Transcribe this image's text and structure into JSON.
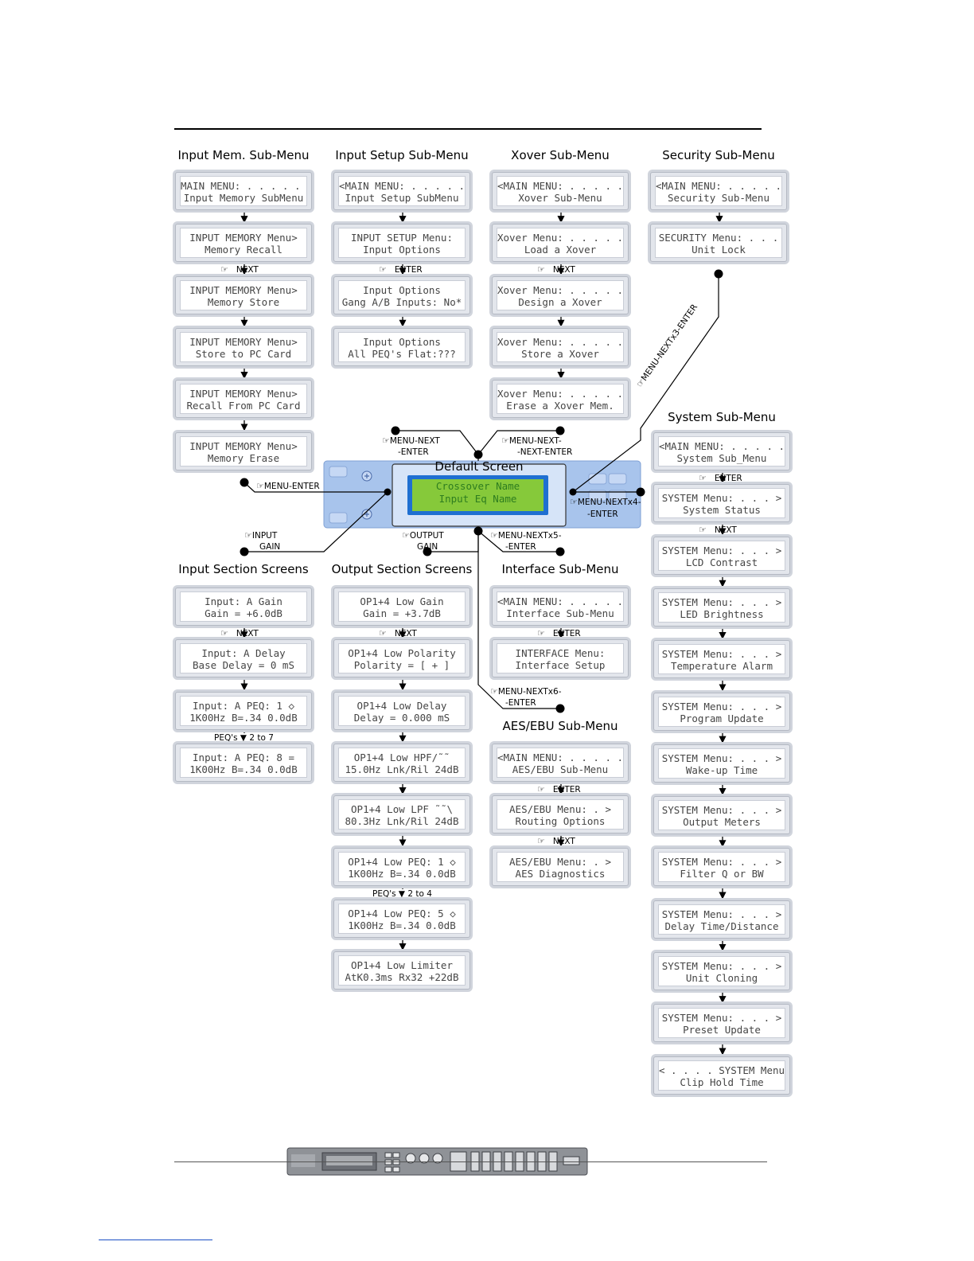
{
  "columns": {
    "input_mem": {
      "title": "Input Mem. Sub-Menu",
      "screens": [
        {
          "l1": "MAIN MENU: . . . . . >",
          "l2": "Input Memory SubMenu"
        },
        {
          "l1": "INPUT MEMORY Menu>",
          "l2": "Memory Recall"
        },
        {
          "l1": "INPUT MEMORY Menu>",
          "l2": "Memory Store"
        },
        {
          "l1": "INPUT MEMORY Menu>",
          "l2": "Store to PC Card"
        },
        {
          "l1": "INPUT MEMORY Menu>",
          "l2": "Recall From PC Card"
        },
        {
          "l1": "INPUT MEMORY Menu>",
          "l2": "Memory Erase"
        }
      ],
      "links": [
        "",
        "NEXT",
        "",
        "",
        ""
      ]
    },
    "input_setup": {
      "title": "Input Setup Sub-Menu",
      "screens": [
        {
          "l1": "<MAIN MENU: . . . . . >",
          "l2": "Input Setup SubMenu"
        },
        {
          "l1": "INPUT SETUP Menu:",
          "l2": "Input Options"
        },
        {
          "l1": "Input Options",
          "l2": "Gang A/B Inputs: No*"
        },
        {
          "l1": "Input Options",
          "l2": "All PEQ's Flat:???"
        }
      ],
      "links": [
        "",
        "ENTER",
        ""
      ]
    },
    "xover": {
      "title": "Xover Sub-Menu",
      "screens": [
        {
          "l1": "<MAIN MENU: . . . . . >",
          "l2": "Xover Sub-Menu"
        },
        {
          "l1": "Xover Menu: . . . . . >",
          "l2": "Load a Xover"
        },
        {
          "l1": "Xover Menu: . . . . . >",
          "l2": "Design a Xover"
        },
        {
          "l1": "Xover Menu: . . . . . >",
          "l2": "Store a Xover"
        },
        {
          "l1": "Xover Menu: . . . . . >",
          "l2": "Erase a Xover Mem."
        }
      ],
      "links": [
        "",
        "NEXT",
        "",
        ""
      ]
    },
    "security": {
      "title": "Security Sub-Menu",
      "screens": [
        {
          "l1": "<MAIN MENU: . . . . . >",
          "l2": "Security Sub-Menu"
        },
        {
          "l1": "SECURITY Menu: . . .",
          "l2": "Unit Lock"
        }
      ],
      "links": [
        ""
      ]
    },
    "system": {
      "title": "System Sub-Menu",
      "screens": [
        {
          "l1": "<MAIN MENU: . . . . . >",
          "l2": "System Sub_Menu"
        },
        {
          "l1": "SYSTEM Menu: . . . >",
          "l2": "System Status"
        },
        {
          "l1": "SYSTEM Menu: . . . >",
          "l2": "LCD Contrast"
        },
        {
          "l1": "SYSTEM Menu: . . . >",
          "l2": "LED Brightness"
        },
        {
          "l1": "SYSTEM Menu: . . . >",
          "l2": "Temperature Alarm"
        },
        {
          "l1": "SYSTEM Menu: . . . >",
          "l2": "Program Update"
        },
        {
          "l1": "SYSTEM Menu: . . . >",
          "l2": "Wake-up Time"
        },
        {
          "l1": "SYSTEM Menu: . . . >",
          "l2": "Output Meters"
        },
        {
          "l1": "SYSTEM Menu: . . . >",
          "l2": "Filter Q or BW"
        },
        {
          "l1": "SYSTEM Menu: . . . >",
          "l2": "Delay Time/Distance"
        },
        {
          "l1": "SYSTEM Menu: . . . >",
          "l2": "Unit Cloning"
        },
        {
          "l1": "SYSTEM Menu: . . . >",
          "l2": "Preset Update"
        },
        {
          "l1": "< . . . . SYSTEM Menu:",
          "l2": "Clip Hold Time"
        }
      ],
      "links": [
        "ENTER",
        "NEXT",
        "",
        "",
        "",
        "",
        "",
        "",
        "",
        "",
        "",
        ""
      ]
    },
    "input_section": {
      "title": "Input Section Screens",
      "screens": [
        {
          "l1": "Input: A       Gain",
          "l2": "Gain = +6.0dB"
        },
        {
          "l1": "Input: A      Delay",
          "l2": "Base Delay = 0 mS"
        },
        {
          "l1": "Input: A    PEQ: 1 ◇",
          "l2": "1K00Hz B=.34 0.0dB"
        },
        {
          "l1": "Input: A    PEQ: 8 =",
          "l2": "1K00Hz B=.34 0.0dB"
        }
      ],
      "links": [
        "NEXT",
        "",
        "PEQ's ▼ 2 to 7"
      ]
    },
    "output_section": {
      "title": "Output Section Screens",
      "screens": [
        {
          "l1": "OP1+4 Low     Gain",
          "l2": "Gain = +3.7dB"
        },
        {
          "l1": "OP1+4 Low Polarity",
          "l2": "Polarity = [ + ]"
        },
        {
          "l1": "OP1+4 Low    Delay",
          "l2": "Delay = 0.000 mS"
        },
        {
          "l1": "OP1+4 Low HPF/˜˜",
          "l2": "15.0Hz Lnk/Ril 24dB"
        },
        {
          "l1": "OP1+4 Low LPF ˜˜\\",
          "l2": "80.3Hz Lnk/Ril 24dB"
        },
        {
          "l1": "OP1+4 Low PEQ: 1 ◇",
          "l2": "1K00Hz B=.34 0.0dB"
        },
        {
          "l1": "OP1+4 Low PEQ: 5 ◇",
          "l2": "1K00Hz B=.34 0.0dB"
        },
        {
          "l1": "OP1+4 Low  Limiter",
          "l2": "AtK0.3ms Rx32 +22dB"
        }
      ],
      "links": [
        "NEXT",
        "",
        "",
        "",
        "",
        "PEQ's ▼ 2 to 4",
        ""
      ]
    },
    "interface": {
      "title": "Interface Sub-Menu",
      "screens": [
        {
          "l1": "<MAIN MENU: . . . . . >",
          "l2": "Interface Sub-Menu"
        },
        {
          "l1": "INTERFACE Menu:",
          "l2": "Interface Setup"
        }
      ],
      "links": [
        "ENTER"
      ]
    },
    "aes_ebu": {
      "title": "AES/EBU Sub-Menu",
      "screens": [
        {
          "l1": "<MAIN MENU: . . . . . .",
          "l2": "AES/EBU Sub-Menu"
        },
        {
          "l1": "AES/EBU Menu: . >",
          "l2": "Routing Options"
        },
        {
          "l1": "AES/EBU Menu: . >",
          "l2": "AES Diagnostics"
        }
      ],
      "links": [
        "ENTER",
        "NEXT"
      ]
    }
  },
  "default_screen": {
    "title": "Default Screen",
    "line1": "Crossover Name",
    "line2": "Input Eq Name"
  },
  "connectors": {
    "menu_enter": "MENU-ENTER",
    "menu_next_enter": [
      "MENU-NEXT",
      "-ENTER"
    ],
    "menu_next_next_enter": [
      "MENU-NEXT-",
      "-NEXT-ENTER"
    ],
    "menu_nextx3_enter": "MENU-NEXTx3-ENTER",
    "menu_nextx4_enter": [
      "MENU-NEXTx4-",
      "-ENTER"
    ],
    "input_gain": [
      "INPUT",
      "GAIN"
    ],
    "output_gain": [
      "OUTPUT",
      "GAIN"
    ],
    "menu_nextx5_enter": [
      "MENU-NEXTx5-",
      "-ENTER"
    ],
    "menu_nextx6_enter": [
      "MENU-NEXTx6-",
      "-ENTER"
    ]
  },
  "colors": {
    "lcd_bezel": "#e3e6ec",
    "device_blue": "#a8c4ec",
    "lcd_green": "#86c93a",
    "lcd_text": "#2e7d1f",
    "frame_blue": "#1f6fd1"
  }
}
